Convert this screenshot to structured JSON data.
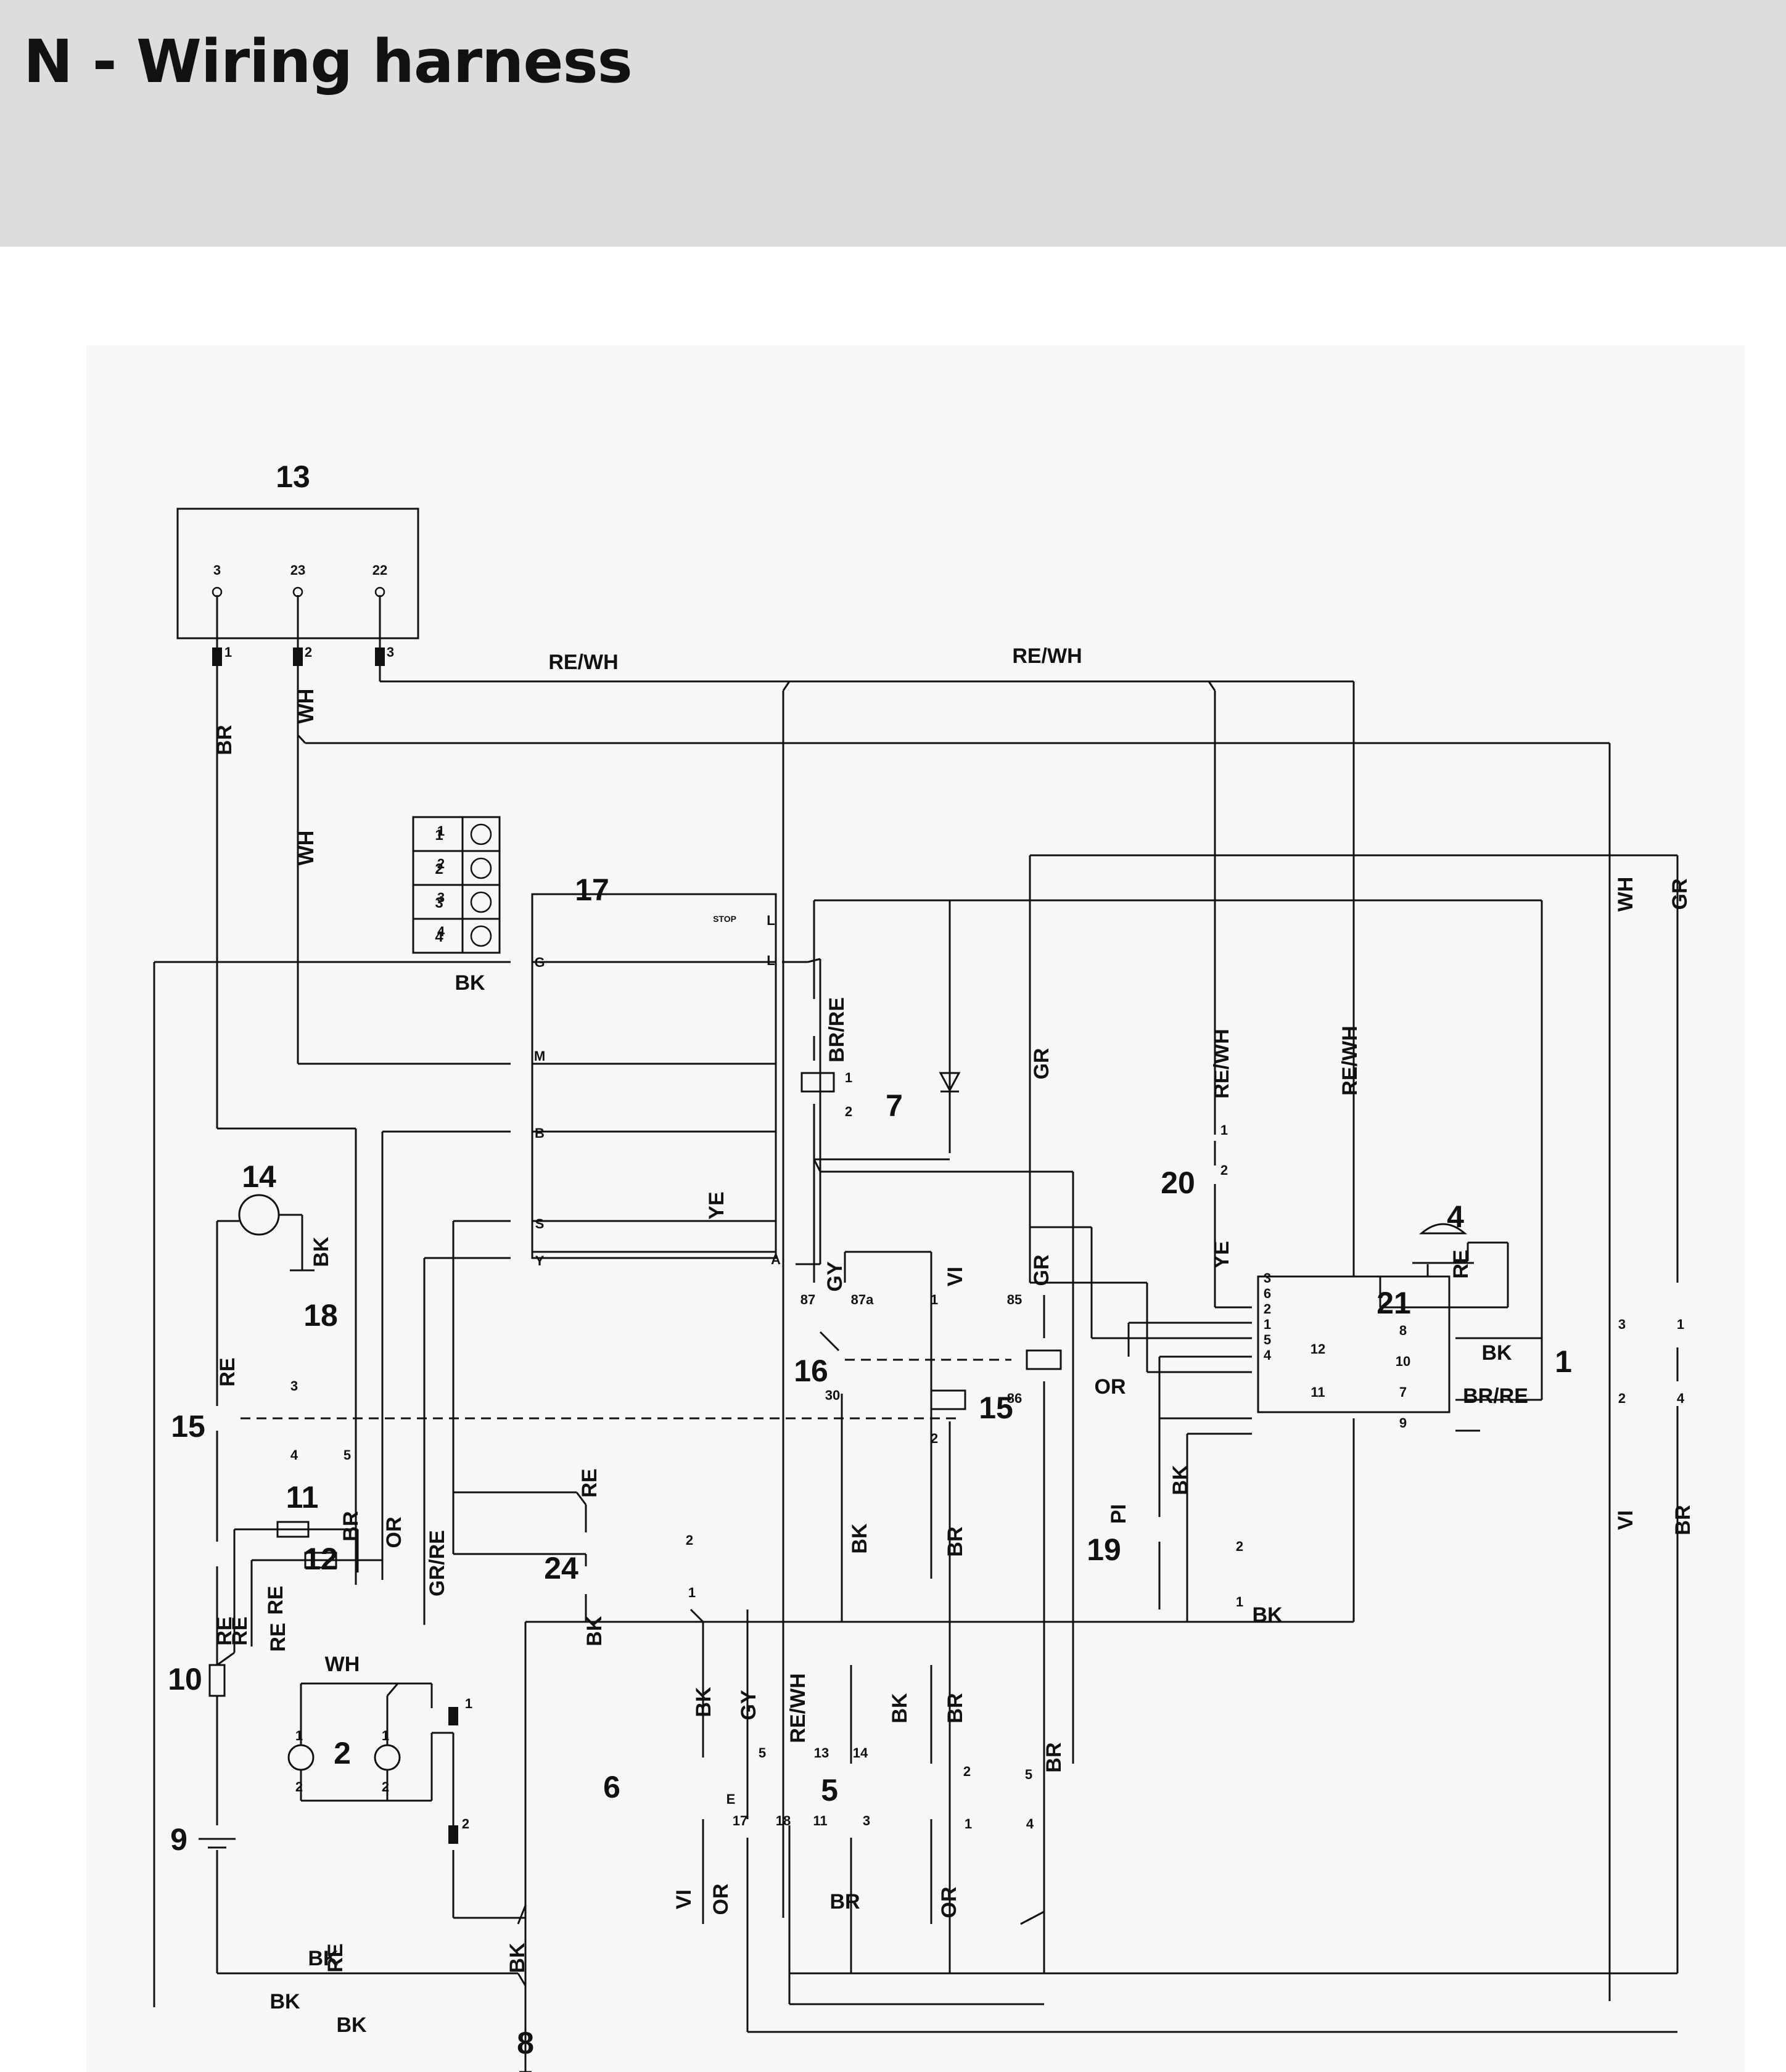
{
  "header": {
    "title": "N - Wiring harness"
  },
  "diagram": {
    "colors": {
      "line": "#111111",
      "header_bg": "#dcdddd",
      "diagram_bg": "#f7f7f7"
    },
    "components": [
      {
        "id": "13",
        "label": "13"
      },
      {
        "id": "17",
        "label": "17"
      },
      {
        "id": "14",
        "label": "14"
      },
      {
        "id": "18",
        "label": "18"
      },
      {
        "id": "15a",
        "label": "15"
      },
      {
        "id": "11",
        "label": "11"
      },
      {
        "id": "12",
        "label": "12"
      },
      {
        "id": "10",
        "label": "10"
      },
      {
        "id": "9",
        "label": "9"
      },
      {
        "id": "2",
        "label": "2"
      },
      {
        "id": "24",
        "label": "24"
      },
      {
        "id": "8",
        "label": "8"
      },
      {
        "id": "7",
        "label": "7"
      },
      {
        "id": "16",
        "label": "16"
      },
      {
        "id": "15b",
        "label": "15"
      },
      {
        "id": "20",
        "label": "20"
      },
      {
        "id": "21",
        "label": "21"
      },
      {
        "id": "4",
        "label": "4"
      },
      {
        "id": "1",
        "label": "1"
      },
      {
        "id": "19",
        "label": "19"
      },
      {
        "id": "6",
        "label": "6"
      },
      {
        "id": "5",
        "label": "5"
      }
    ],
    "pins": [
      "3",
      "23",
      "22",
      "1",
      "2",
      "3",
      "1",
      "2",
      "3",
      "4",
      "G",
      "M",
      "B",
      "S",
      "Y",
      "L",
      "A",
      "87",
      "87a",
      "1",
      "85",
      "30",
      "86",
      "2",
      "1",
      "2",
      "1",
      "2",
      "3",
      "6",
      "2",
      "1",
      "5",
      "4",
      "12",
      "11",
      "8",
      "10",
      "7",
      "9",
      "3",
      "1",
      "2",
      "4",
      "3",
      "4",
      "5",
      "1",
      "2",
      "2",
      "1",
      "1",
      "2",
      "5",
      "13",
      "14",
      "17",
      "18",
      "11",
      "3",
      "2",
      "5",
      "1",
      "4",
      "1",
      "2",
      "1",
      "2"
    ],
    "wire_labels": [
      "RE/WH",
      "RE/WH",
      "BR",
      "WH",
      "WH",
      "BK",
      "BK",
      "RE",
      "RE",
      "BR",
      "OR",
      "GR/RE",
      "RE",
      "RE",
      "RE",
      "RE",
      "WH",
      "BK",
      "BK",
      "BK",
      "BK",
      "YE",
      "BR/RE",
      "GY",
      "VI",
      "GR",
      "BK",
      "BR",
      "GR",
      "RE/WH",
      "YE",
      "RE/WH",
      "RE",
      "BK",
      "BR/RE",
      "OR",
      "PI",
      "BK",
      "BK",
      "WH",
      "GR",
      "VI",
      "BR",
      "BK",
      "GY",
      "RE/WH",
      "BK",
      "BR",
      "VI",
      "OR",
      "BR",
      "OR",
      "BR",
      "RE",
      "BK"
    ],
    "legend": [
      {
        "num": "1",
        "icon": "stop-icon"
      },
      {
        "num": "2",
        "icon": "headlight-icon"
      },
      {
        "num": "3",
        "icon": "engine-icon"
      },
      {
        "num": "4",
        "icon": "glow-plug-icon"
      }
    ],
    "key_symbols": {
      "stop": "STOP",
      "l": "L",
      "e": "E"
    }
  }
}
